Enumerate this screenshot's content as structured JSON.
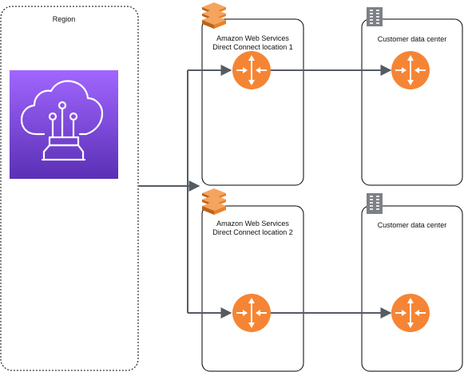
{
  "region": {
    "label": "Region"
  },
  "locations": [
    {
      "line1": "Amazon Web Services",
      "line2": "Direct Connect location 1"
    },
    {
      "line1": "Amazon Web Services",
      "line2": "Direct Connect location 2"
    }
  ],
  "datacenters": [
    {
      "label": "Customer data center"
    },
    {
      "label": "Customer data center"
    }
  ],
  "icons": {
    "service": "cloud-network-icon",
    "location": "direct-connect-stack-icon",
    "router": "router-icon",
    "datacenter": "server-building-icon"
  },
  "colors": {
    "service_gradient_top": "#a166ff",
    "service_gradient_bottom": "#5a30b5",
    "router": "#f58534",
    "stack": "#e7812b",
    "connector": "#555b63",
    "box_stroke": "#000000"
  }
}
